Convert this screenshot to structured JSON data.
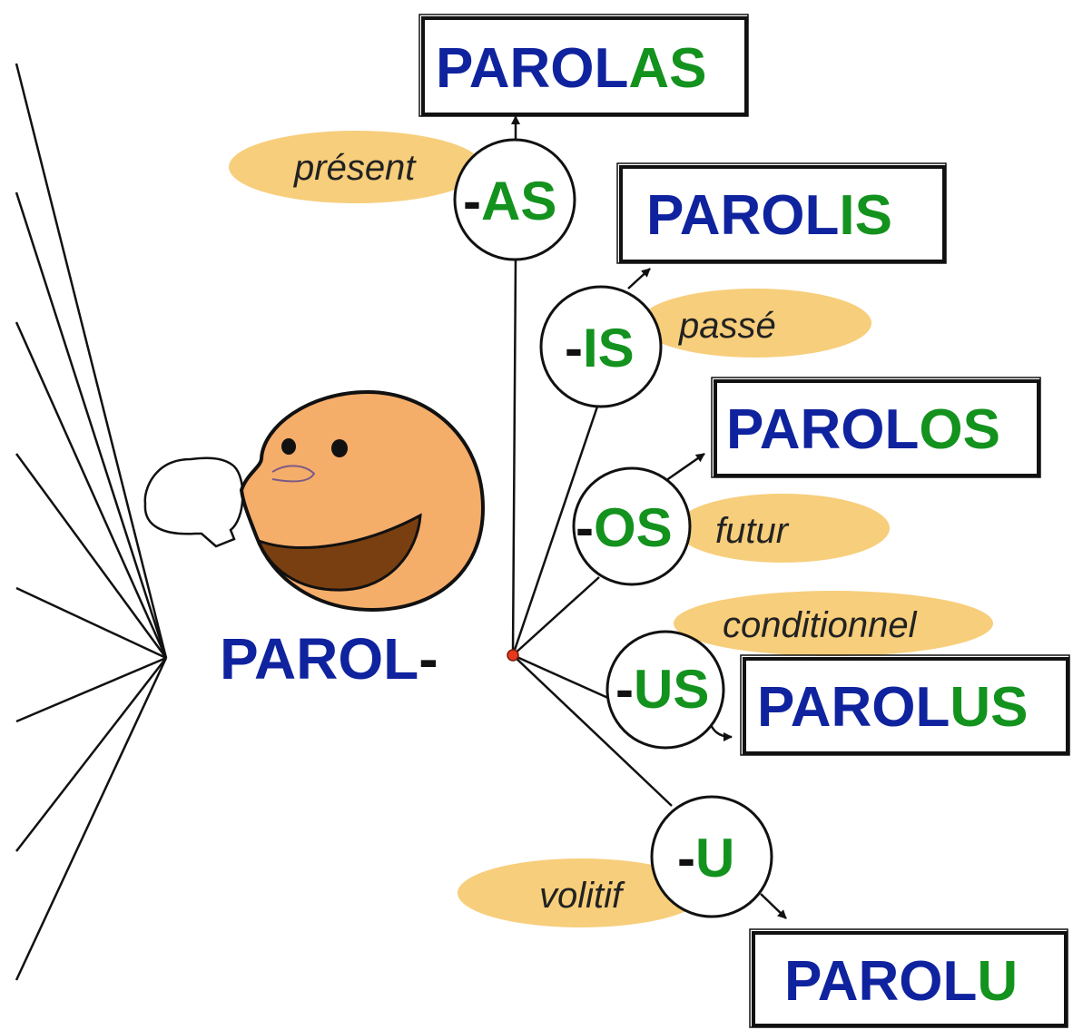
{
  "colors": {
    "stem": "#10239E",
    "ending": "#13921E",
    "dash": "#111111",
    "tense_fill": "#F7CE7B",
    "face": "#F5AD6A",
    "mouth": "#7A3F10",
    "line": "#111111",
    "hub": "#E53A1E"
  },
  "root": {
    "stem": "PAROL",
    "dash": "-"
  },
  "branches": [
    {
      "id": "as",
      "tense": "présent",
      "dash": "-",
      "ending": "AS",
      "stem": "PAROL"
    },
    {
      "id": "is",
      "tense": "passé",
      "dash": "-",
      "ending": "IS",
      "stem": "PAROL"
    },
    {
      "id": "os",
      "tense": "futur",
      "dash": "-",
      "ending": "OS",
      "stem": "PAROL"
    },
    {
      "id": "us",
      "tense": "conditionnel",
      "dash": "-",
      "ending": "US",
      "stem": "PAROL"
    },
    {
      "id": "u",
      "tense": "volitif",
      "dash": "-",
      "ending": "U",
      "stem": "PAROL"
    }
  ],
  "icons": {
    "speaker": "talking-face-icon",
    "speech": "speech-bubble-icon"
  }
}
